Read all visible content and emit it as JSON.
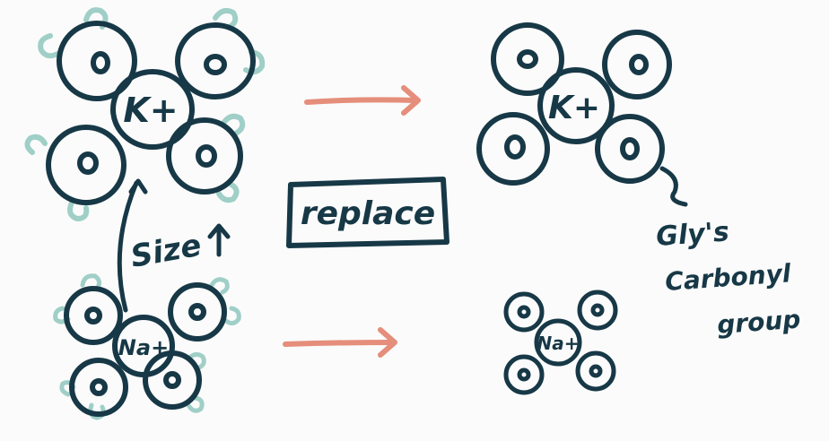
{
  "colors": {
    "ink": "#173846",
    "water": "#9fcfc7",
    "arrow": "#e58e7b",
    "background": "#fbfbfb"
  },
  "labels": {
    "k_ion_hydrated": "K+",
    "na_ion_hydrated": "Na+",
    "k_ion_bound": "K+",
    "na_ion_bound": "Na+",
    "oxygen": "O",
    "size_note": "Size",
    "replace": "replace",
    "gly_line1": "Gly's",
    "gly_line2": "Carbonyl",
    "gly_line3": "group"
  },
  "icons": {
    "size_arrow": "up-arrow-icon",
    "process_arrow": "right-arrow-icon"
  }
}
